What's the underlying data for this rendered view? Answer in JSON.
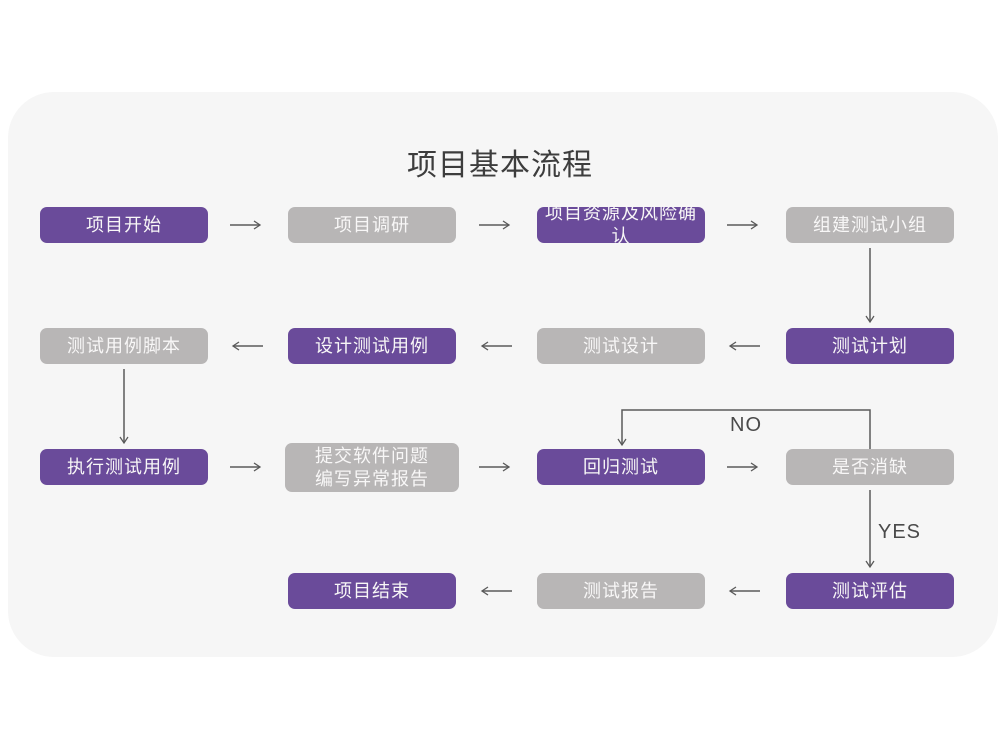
{
  "title": "项目基本流程",
  "colors": {
    "page_bg": "#ffffff",
    "card_bg": "#f6f6f6",
    "purple": "#6a4b9a",
    "gray": "#b8b6b6",
    "node_text": "#f8f7f7",
    "arrow": "#5a5a5a",
    "title_color": "#3d3d3d",
    "label_color": "#4a4a4a"
  },
  "nodes": [
    {
      "id": "project-start",
      "label": "项目开始",
      "variant": "purple"
    },
    {
      "id": "project-research",
      "label": "项目调研",
      "variant": "gray"
    },
    {
      "id": "resources-risk",
      "label": "项目资源及风险确认",
      "variant": "purple"
    },
    {
      "id": "build-test-team",
      "label": "组建测试小组",
      "variant": "gray"
    },
    {
      "id": "test-plan",
      "label": "测试计划",
      "variant": "purple"
    },
    {
      "id": "test-design",
      "label": "测试设计",
      "variant": "gray"
    },
    {
      "id": "design-test-cases",
      "label": "设计测试用例",
      "variant": "purple"
    },
    {
      "id": "test-case-script",
      "label": "测试用例脚本",
      "variant": "gray"
    },
    {
      "id": "run-test-cases",
      "label": "执行测试用例",
      "variant": "purple"
    },
    {
      "id": "submit-issue-report",
      "label": "提交软件问题\n编写异常报告",
      "variant": "gray"
    },
    {
      "id": "regression-test",
      "label": "回归测试",
      "variant": "purple"
    },
    {
      "id": "defect-cleared",
      "label": "是否消缺",
      "variant": "gray"
    },
    {
      "id": "test-evaluation",
      "label": "测试评估",
      "variant": "purple"
    },
    {
      "id": "test-report",
      "label": "测试报告",
      "variant": "gray"
    },
    {
      "id": "project-end",
      "label": "项目结束",
      "variant": "purple"
    }
  ],
  "edge_labels": {
    "no": "NO",
    "yes": "YES"
  },
  "edges": [
    {
      "from": "project-start",
      "to": "project-research"
    },
    {
      "from": "project-research",
      "to": "resources-risk"
    },
    {
      "from": "resources-risk",
      "to": "build-test-team"
    },
    {
      "from": "build-test-team",
      "to": "test-plan"
    },
    {
      "from": "test-plan",
      "to": "test-design"
    },
    {
      "from": "test-design",
      "to": "design-test-cases"
    },
    {
      "from": "design-test-cases",
      "to": "test-case-script"
    },
    {
      "from": "test-case-script",
      "to": "run-test-cases"
    },
    {
      "from": "run-test-cases",
      "to": "submit-issue-report"
    },
    {
      "from": "submit-issue-report",
      "to": "regression-test"
    },
    {
      "from": "regression-test",
      "to": "defect-cleared"
    },
    {
      "from": "defect-cleared",
      "to": "regression-test",
      "label": "NO"
    },
    {
      "from": "defect-cleared",
      "to": "test-evaluation",
      "label": "YES"
    },
    {
      "from": "test-evaluation",
      "to": "test-report"
    },
    {
      "from": "test-report",
      "to": "project-end"
    }
  ]
}
